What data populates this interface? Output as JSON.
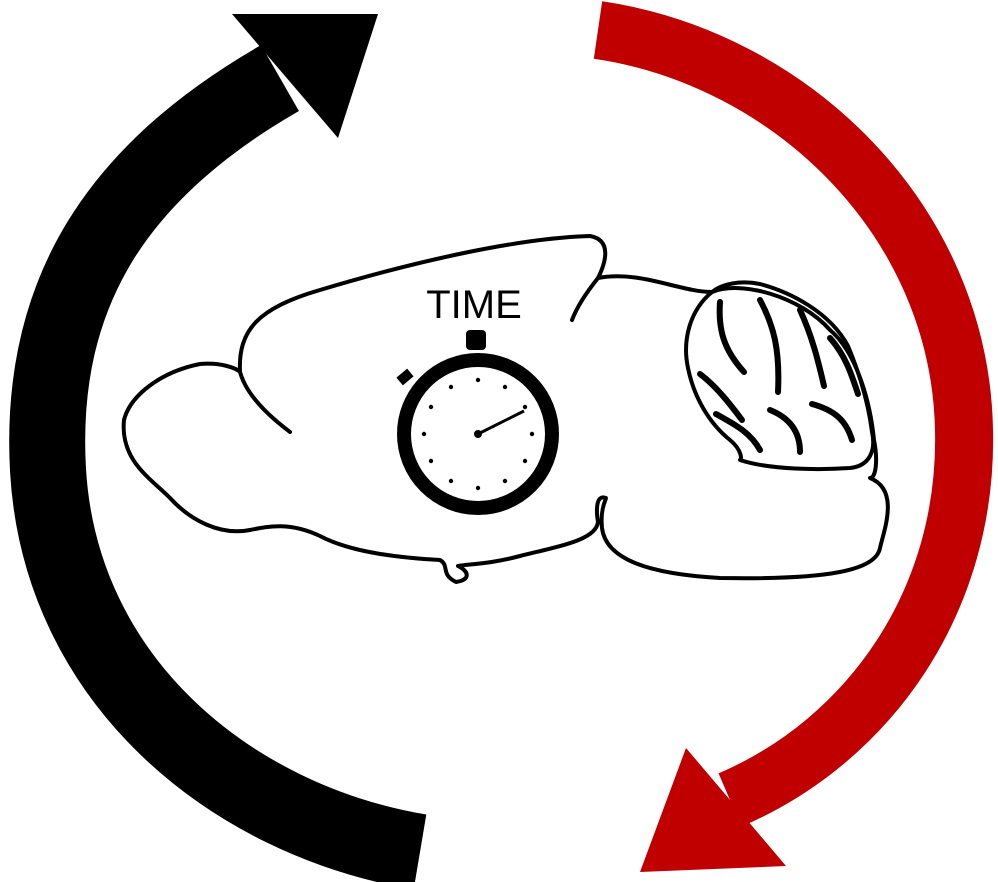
{
  "figure": {
    "time_label": "TIME",
    "colors": {
      "background": "#ffffff",
      "left_arrow": "#000000",
      "right_arrow": "#c00000",
      "drawing": "#000000"
    },
    "icons": [
      "cycle-arrow-black",
      "cycle-arrow-red",
      "brain-sagittal-outline",
      "stopwatch-icon"
    ]
  }
}
